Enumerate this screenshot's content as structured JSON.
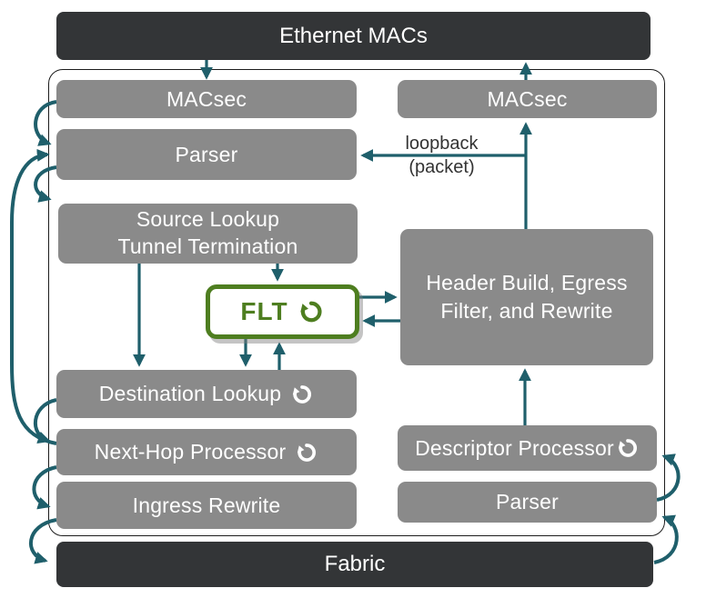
{
  "colors": {
    "arrow": "#1f5f6b",
    "box": "#8a8a8a",
    "dark": "#333537",
    "green": "#4e7e20",
    "light": "#ffffff",
    "note": "#333333"
  },
  "nodes": {
    "ethernet_macs": "Ethernet MACs",
    "macsec_left": "MACsec",
    "macsec_right": "MACsec",
    "parser_left": "Parser",
    "source_lookup": "Source Lookup\nTunnel Termination",
    "flt": "FLT",
    "header_build": "Header Build, Egress Filter, and Rewrite",
    "destination_lookup": "Destination Lookup",
    "next_hop_processor": "Next-Hop Processor",
    "descriptor_processor": "Descriptor Processor",
    "ingress_rewrite": "Ingress Rewrite",
    "parser_right": "Parser",
    "fabric": "Fabric"
  },
  "annotations": {
    "loopback_line1": "loopback",
    "loopback_line2": "(packet)"
  }
}
